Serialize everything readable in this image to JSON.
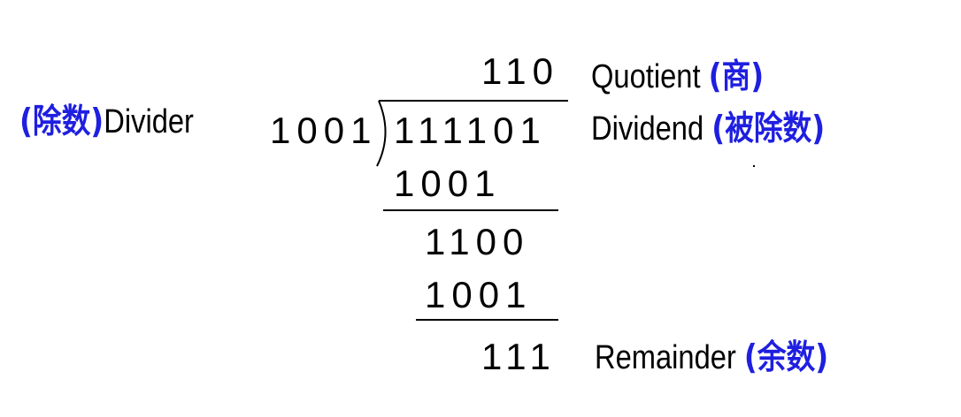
{
  "quotient": {
    "digits": "110",
    "label": "Quotient",
    "label_cn": "(商)"
  },
  "divisor": {
    "digits": "1001",
    "label": "Divider",
    "label_cn": "(除数)"
  },
  "dividend": {
    "digits": "111101",
    "label": "Dividend",
    "label_cn": "(被除数)"
  },
  "steps": [
    {
      "digits": "1001"
    },
    {
      "digits": "1100"
    },
    {
      "digits": "1001"
    }
  ],
  "remainder": {
    "digits": "111",
    "label": "Remainder",
    "label_cn": "(余数)"
  },
  "colors": {
    "accent": "#1f1fe0",
    "text": "#000000",
    "background": "#ffffff"
  }
}
